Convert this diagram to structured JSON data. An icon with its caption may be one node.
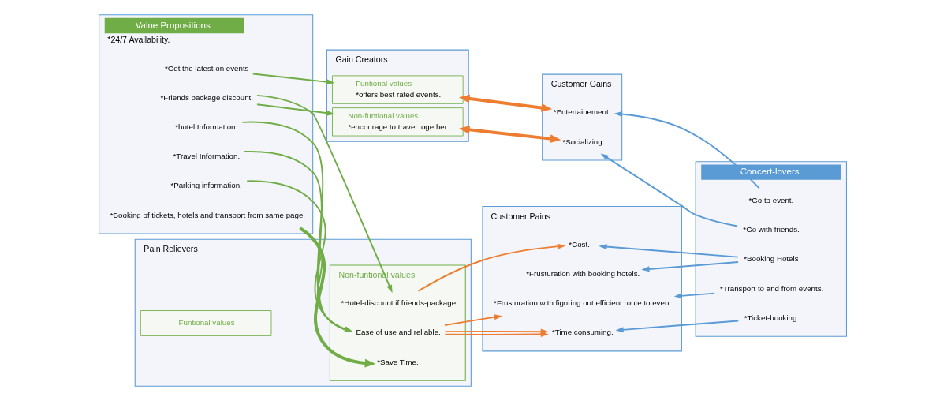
{
  "diagram": {
    "nodes": [
      {
        "text": [
          "Value Propositions",
          "*24/7 Availability."
        ]
      },
      {
        "text": [
          "*Get the latest on events"
        ],
        "in": 0
      },
      {
        "text": [
          "*Friends package discount."
        ],
        "in": 0
      },
      {
        "text": [
          "*hotel Information."
        ],
        "in": 0
      },
      {
        "text": [
          "*Travel Information."
        ],
        "in": 0
      },
      {
        "text": [
          "*Parking information."
        ],
        "in": 0
      },
      {
        "text": [
          "*Booking of tickets, hotels and transport from same page."
        ],
        "in": 0
      },
      {
        "text": [
          "Gain Creators"
        ]
      },
      {
        "text": [
          "Funtional values",
          "*offers best rated events."
        ],
        "in": 7
      },
      {
        "text": [
          "Non-funtional values",
          "*encourage to travel together."
        ],
        "in": 7
      },
      {
        "text": [
          "Pain Relievers"
        ]
      },
      {
        "text": [
          "Funtional values"
        ],
        "in": 10
      },
      {
        "text": [
          "Non-funtional values"
        ],
        "in": 10
      },
      {
        "text": [
          "*Hotel-discount if friends-package"
        ],
        "in": 12
      },
      {
        "text": [
          "Ease of use and reliable."
        ],
        "in": 12
      },
      {
        "text": [
          "*Save Time."
        ],
        "in": 12
      },
      {
        "text": [
          "Customer Gains"
        ]
      },
      {
        "text": [
          "*Entertainement."
        ],
        "in": 16
      },
      {
        "text": [
          "*Socializing"
        ],
        "in": 16
      },
      {
        "text": [
          "Customer Pains"
        ]
      },
      {
        "text": [
          "*Cost."
        ],
        "in": 19
      },
      {
        "text": [
          "*Frusturation with booking hotels."
        ],
        "in": 19
      },
      {
        "text": [
          "*Frusturation with figuring out efficient route to event."
        ],
        "in": 19
      },
      {
        "text": [
          "*Time consuming."
        ],
        "in": 19
      },
      {
        "text": [
          "Concert-lovers"
        ]
      },
      {
        "text": [
          "*Go to event."
        ],
        "in": 24
      },
      {
        "text": [
          "*Go with friends."
        ],
        "in": 24
      },
      {
        "text": [
          "*Booking Hotels"
        ],
        "in": 24
      },
      {
        "text": [
          "*Transport to and from events."
        ],
        "in": 24
      },
      {
        "text": [
          "*Ticket-booking."
        ],
        "in": 24
      }
    ],
    "edges": [
      {
        "from": 1,
        "to": 8,
        "arrow": "to",
        "color": "#70ad47"
      },
      {
        "from": 2,
        "to": 9,
        "arrow": "to",
        "color": "#70ad47"
      },
      {
        "from": 2,
        "to": 13,
        "arrow": "to",
        "color": "#70ad47"
      },
      {
        "from": 3,
        "to": 14,
        "arrow": "to",
        "color": "#70ad47"
      },
      {
        "from": 4,
        "to": 14,
        "arrow": "to",
        "color": "#70ad47"
      },
      {
        "from": 5,
        "to": 14,
        "arrow": "to",
        "color": "#70ad47"
      },
      {
        "from": 6,
        "to": 14,
        "arrow": "to",
        "color": "#70ad47"
      },
      {
        "from": 6,
        "to": 15,
        "arrow": "to",
        "color": "#70ad47",
        "style": "thick"
      },
      {
        "from": 8,
        "to": 17,
        "arrow": "both",
        "color": "#ed7d31",
        "style": "thick"
      },
      {
        "from": 9,
        "to": 18,
        "arrow": "both",
        "color": "#ed7d31",
        "style": "thick"
      },
      {
        "from": 13,
        "to": 20,
        "arrow": "to",
        "color": "#ed7d31"
      },
      {
        "from": 14,
        "to": 22,
        "arrow": "to",
        "color": "#ed7d31"
      },
      {
        "from": 14,
        "to": 23,
        "arrow": "to",
        "color": "#ed7d31"
      },
      {
        "from": 14,
        "to": 23,
        "arrow": "to",
        "color": "#ed7d31"
      },
      {
        "from": 25,
        "to": 17,
        "arrow": "to",
        "color": "#5b9bd5"
      },
      {
        "from": 26,
        "to": 18,
        "arrow": "to",
        "color": "#5b9bd5"
      },
      {
        "from": 27,
        "to": 20,
        "arrow": "to",
        "color": "#5b9bd5"
      },
      {
        "from": 27,
        "to": 21,
        "arrow": "to",
        "color": "#5b9bd5"
      },
      {
        "from": 28,
        "to": 22,
        "arrow": "to",
        "color": "#5b9bd5"
      },
      {
        "from": 29,
        "to": 23,
        "arrow": "to",
        "color": "#5b9bd5"
      }
    ]
  }
}
